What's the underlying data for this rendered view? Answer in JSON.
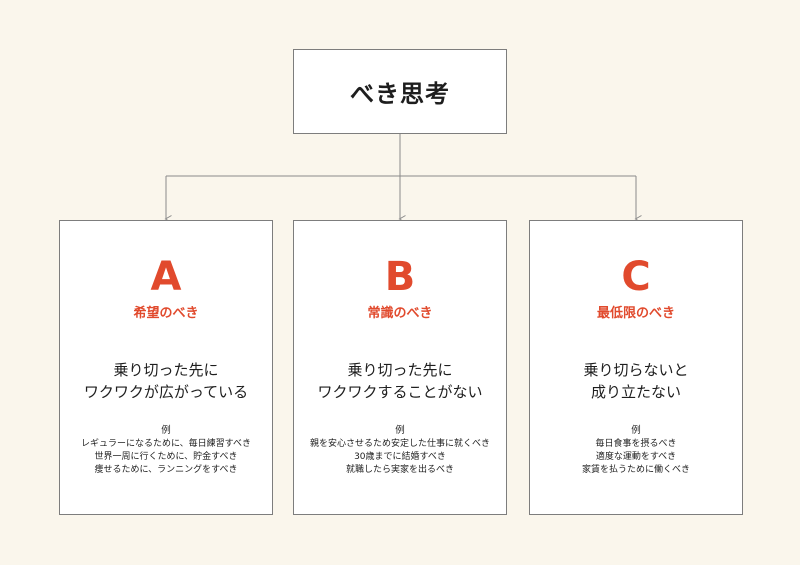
{
  "root": {
    "title": "べき思考"
  },
  "colors": {
    "accent": "#e14a2d",
    "border": "#7d7d7d",
    "connector": "#8a8a8a",
    "background": "#faf6ec",
    "box_fill": "#ffffff"
  },
  "cards": [
    {
      "letter": "A",
      "subtitle": "希望のべき",
      "statement": [
        "乗り切った先に",
        "ワクワクが広がっている"
      ],
      "example_label": "例",
      "examples": [
        "レギュラーになるために、毎日練習すべき",
        "世界一周に行くために、貯金すべき",
        "痩せるために、ランニングをすべき"
      ]
    },
    {
      "letter": "B",
      "subtitle": "常識のべき",
      "statement": [
        "乗り切った先に",
        "ワクワクすることがない"
      ],
      "example_label": "例",
      "examples": [
        "親を安心させるため安定した仕事に就くべき",
        "30歳までに結婚すべき",
        "就職したら実家を出るべき"
      ]
    },
    {
      "letter": "C",
      "subtitle": "最低限のべき",
      "statement": [
        "乗り切らないと",
        "成り立たない"
      ],
      "example_label": "例",
      "examples": [
        "毎日食事を摂るべき",
        "適度な運動をすべき",
        "家賃を払うために働くべき"
      ]
    }
  ]
}
